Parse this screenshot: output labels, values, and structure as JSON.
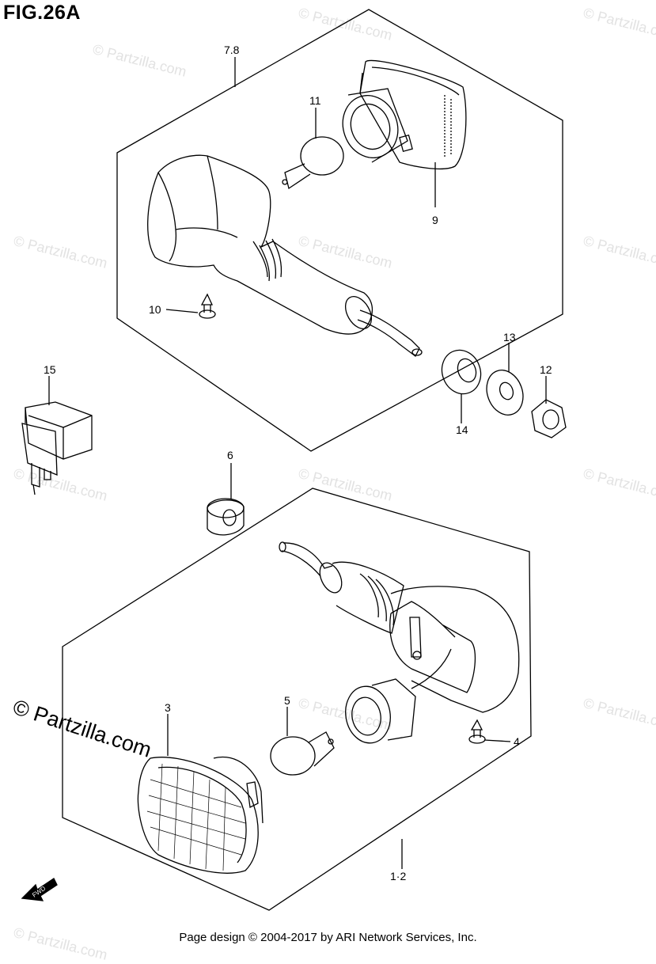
{
  "figure": {
    "title": "FIG.26A"
  },
  "footer": "Page design © 2004-2017 by ARI Network Services, Inc.",
  "brand": "© Partzilla.com",
  "watermark_text": "© Partzilla.com",
  "callouts": {
    "c78": "7.8",
    "c11": "11",
    "c9": "9",
    "c10": "10",
    "c13": "13",
    "c12": "12",
    "c14": "14",
    "c15": "15",
    "c6": "6",
    "c3": "3",
    "c5": "5",
    "c4": "4",
    "c12b": "1·2"
  },
  "fwd_label": "FWD"
}
